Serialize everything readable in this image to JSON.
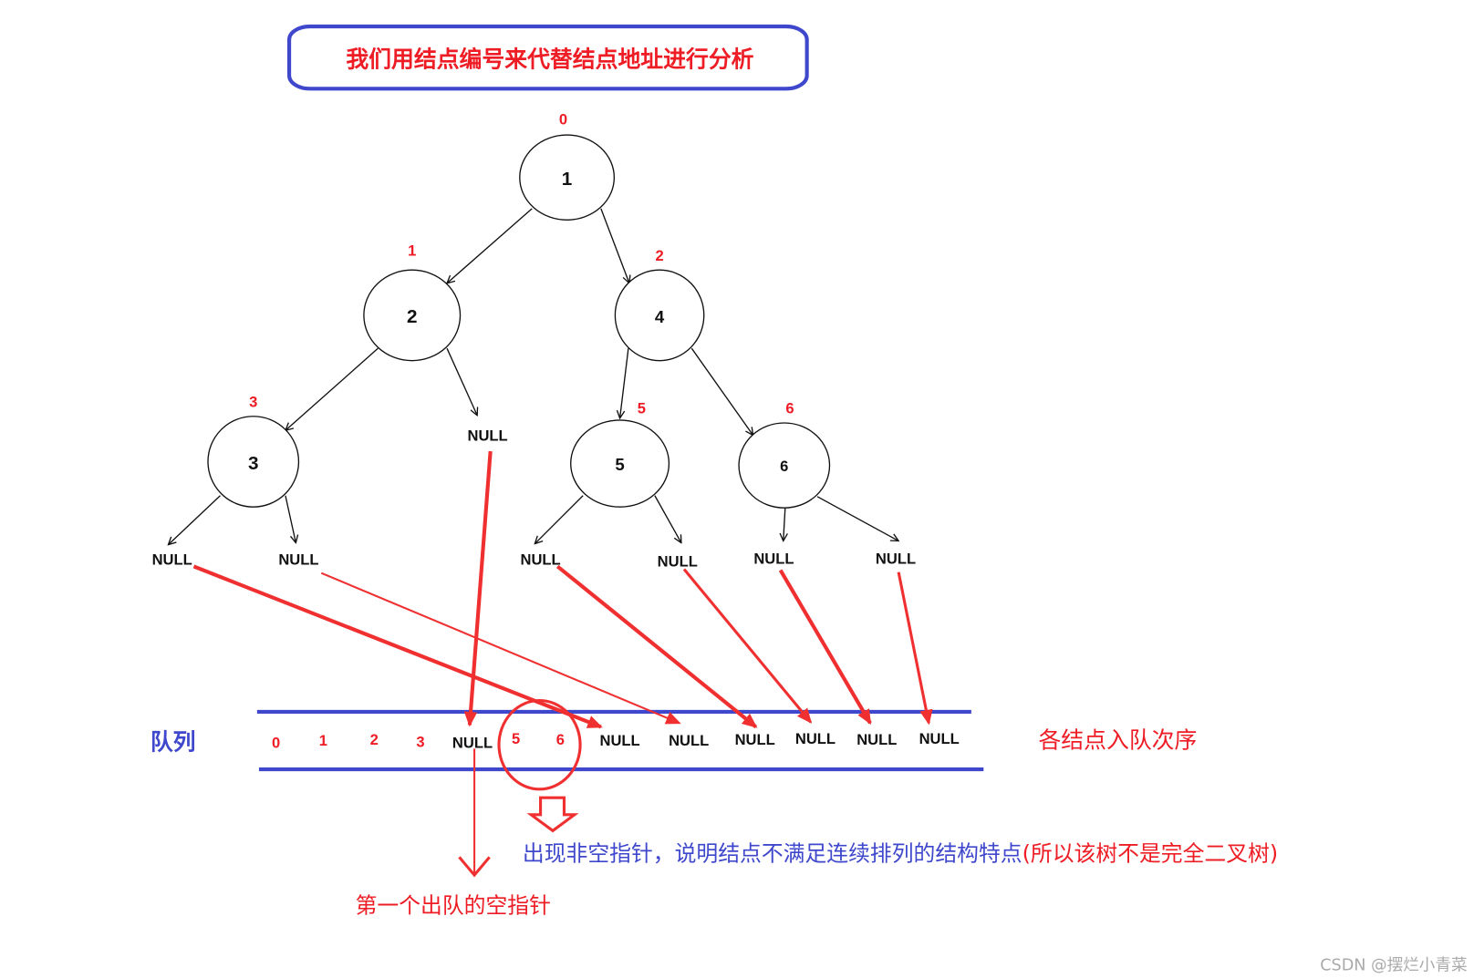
{
  "title": "我们用结点编号来代替结点地址进行分析",
  "colors": {
    "blue": "#3f48cc",
    "red": "#ee1c24",
    "black": "#111111"
  },
  "tree": {
    "nodes": [
      {
        "value": "1",
        "index": "0"
      },
      {
        "value": "2",
        "index": "1"
      },
      {
        "value": "4",
        "index": "2"
      },
      {
        "value": "3",
        "index": "3"
      },
      {
        "value": "5",
        "index": "5"
      },
      {
        "value": "6",
        "index": "6"
      }
    ],
    "null_label": "NULL"
  },
  "queue": {
    "label": "队列",
    "items": [
      "0",
      "1",
      "2",
      "3",
      "NULL",
      "5",
      "6",
      "NULL",
      "NULL",
      "NULL",
      "NULL",
      "NULL",
      "NULL"
    ],
    "order_label": "各结点入队次序"
  },
  "annotations": {
    "non_null_note": "出现非空指针，说明结点不满足连续排列的结构特点",
    "conclusion": "(所以该树不是完全二叉树)",
    "first_null": "第一个出队的空指针"
  },
  "watermark": "CSDN @摆烂小青菜"
}
